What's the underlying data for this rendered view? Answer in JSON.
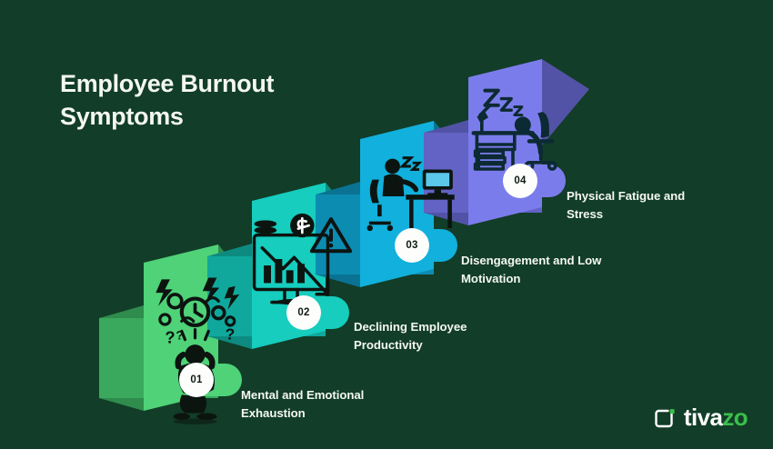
{
  "page": {
    "title": "Employee Burnout Symptoms",
    "background_color": "#123d28"
  },
  "steps": [
    {
      "number": "01",
      "label": "Mental and Emotional Exhaustion",
      "color": "#4fd278",
      "side_color": "#3aa95e",
      "shadow_color": "#2f8c4d",
      "icon": "stressed-person-icon"
    },
    {
      "number": "02",
      "label": "Declining Employee Productivity",
      "color": "#16cdbe",
      "side_color": "#10a89c",
      "shadow_color": "#0d8b81",
      "icon": "declining-chart-monitor-icon"
    },
    {
      "number": "03",
      "label": "Disengagement and Low Motivation",
      "color": "#12b0dc",
      "side_color": "#0d8cb2",
      "shadow_color": "#0a7393",
      "icon": "bored-worker-desk-icon"
    },
    {
      "number": "04",
      "label": "Physical Fatigue and Stress",
      "color": "#7b7cec",
      "side_color": "#6263c4",
      "shadow_color": "#5253a6",
      "icon": "sleeping-at-desk-icon"
    }
  ],
  "logo": {
    "text_primary": "tiva",
    "text_accent": "zo",
    "accent_color": "#3bbf4a",
    "mark": "tivazo-bracket-icon"
  }
}
